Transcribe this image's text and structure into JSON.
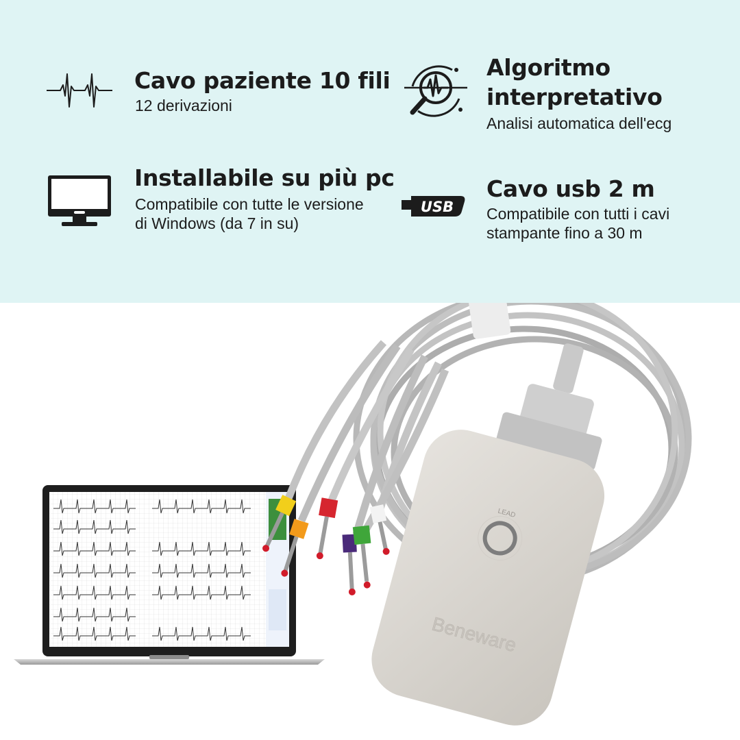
{
  "features": [
    {
      "icon": "heartbeat-icon",
      "title": "Cavo paziente 10 fili",
      "text": "12 derivazioni"
    },
    {
      "icon": "ecg-search-icon",
      "title": "Algoritmo interpretativo",
      "text": "Analisi automatica dell'ecg"
    },
    {
      "icon": "monitor-icon",
      "title": "Installabile su più pc",
      "text": "Compatibile con tutte le versione di Windows (da 7 in su)"
    },
    {
      "icon": "usb-cable-icon",
      "title": "Cavo usb 2 m",
      "text": "Compatibile con tutti i cavi stampante fino a 30 m"
    }
  ],
  "usb_icon_label": "USB",
  "device": {
    "brand": "Beneware",
    "button_label": "LEAD"
  },
  "colors": {
    "panel": "#dff4f4",
    "text": "#1c1c1c",
    "device": "#d9d6d0",
    "cable": "#b8b8b8"
  }
}
